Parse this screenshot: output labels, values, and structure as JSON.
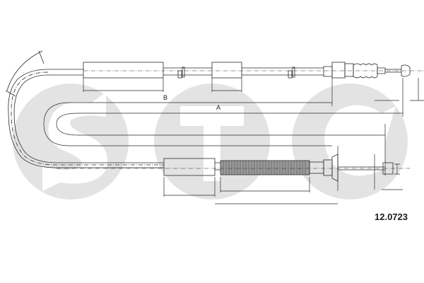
{
  "diagram": {
    "type": "technical-drawing",
    "subject": "cable assembly",
    "watermark": {
      "text": "STC",
      "color": "#d9d9d9"
    },
    "line_color": "#2a2a2a",
    "labels": {
      "dimension_b": "B",
      "dimension_a": "A"
    },
    "part_number": "12.0723"
  }
}
